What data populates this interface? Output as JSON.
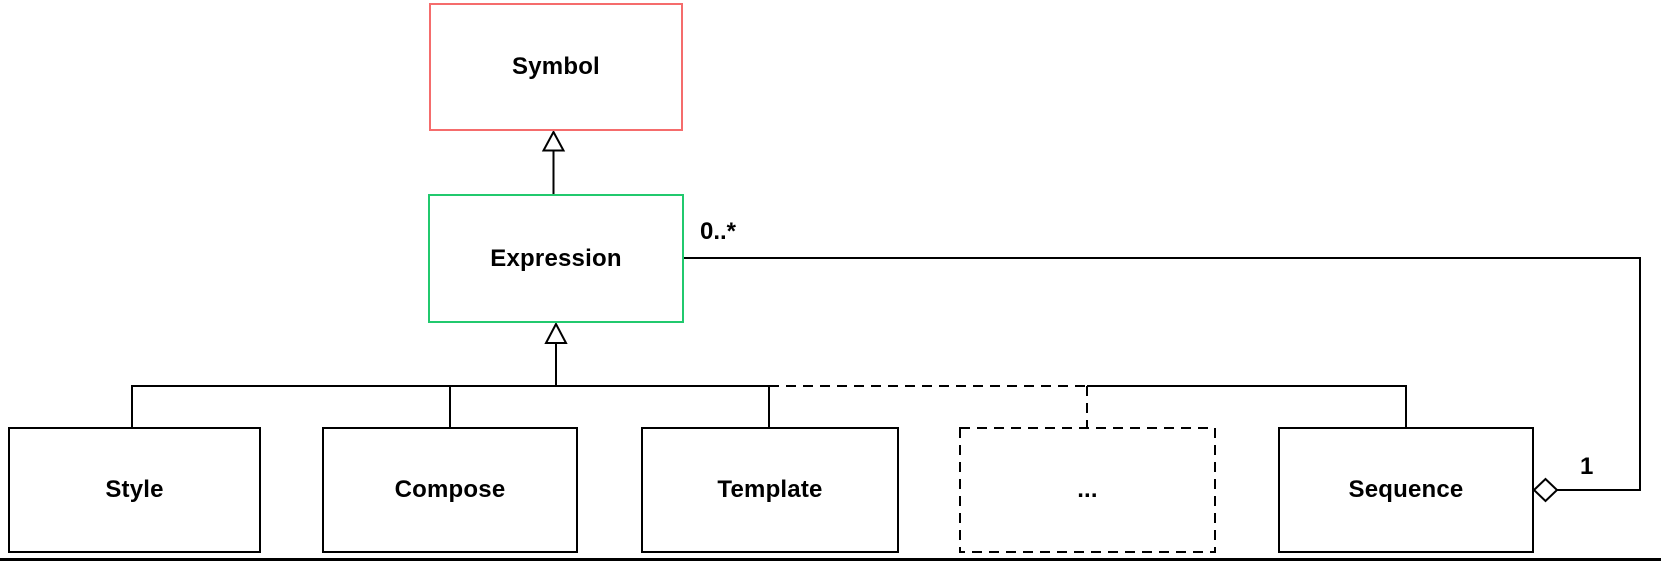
{
  "diagram": {
    "kind": "uml-class-diagram",
    "colors": {
      "symbol_border": "#f56c6c",
      "expression_border": "#21c96e",
      "default_border": "#000000",
      "line": "#000000",
      "background": "#ffffff"
    },
    "nodes": {
      "symbol": {
        "label": "Symbol",
        "border_color": "#f56c6c",
        "style": "solid"
      },
      "expression": {
        "label": "Expression",
        "border_color": "#21c96e",
        "style": "solid"
      },
      "style": {
        "label": "Style",
        "border_color": "#000000",
        "style": "solid"
      },
      "compose": {
        "label": "Compose",
        "border_color": "#000000",
        "style": "solid"
      },
      "template": {
        "label": "Template",
        "border_color": "#000000",
        "style": "solid"
      },
      "ellipsis": {
        "label": "...",
        "border_color": "#000000",
        "style": "dashed"
      },
      "sequence": {
        "label": "Sequence",
        "border_color": "#000000",
        "style": "solid"
      }
    },
    "generalizations": [
      {
        "from": "Expression",
        "to": "Symbol"
      },
      {
        "from": "Style",
        "to": "Expression"
      },
      {
        "from": "Compose",
        "to": "Expression"
      },
      {
        "from": "Template",
        "to": "Expression",
        "line": "solid-then-dashed-trunk"
      },
      {
        "from": "...",
        "to": "Expression",
        "line": "dashed"
      },
      {
        "from": "Sequence",
        "to": "Expression"
      }
    ],
    "association": {
      "type": "aggregation",
      "source": "Expression",
      "target": "Sequence",
      "source_multiplicity": "0..*",
      "target_multiplicity": "1",
      "diamond_at": "Sequence"
    }
  }
}
